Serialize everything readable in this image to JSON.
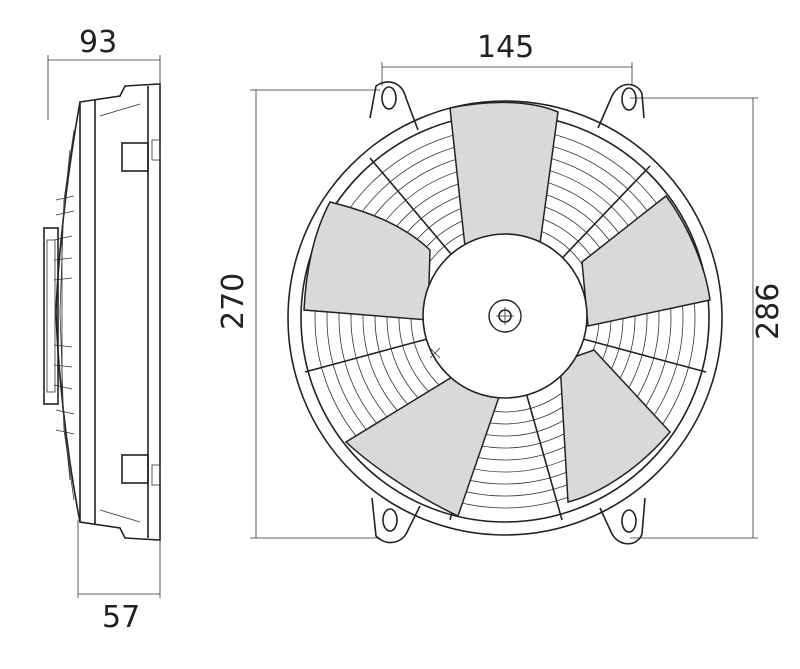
{
  "dimensions": {
    "side_depth_total": "93",
    "side_depth_body": "57",
    "front_width_mounts": "145",
    "front_height": "270",
    "front_height_mounts": "286"
  },
  "colors": {
    "line": "#222222",
    "blade_fill": "#d9d9d9",
    "background": "#ffffff"
  }
}
